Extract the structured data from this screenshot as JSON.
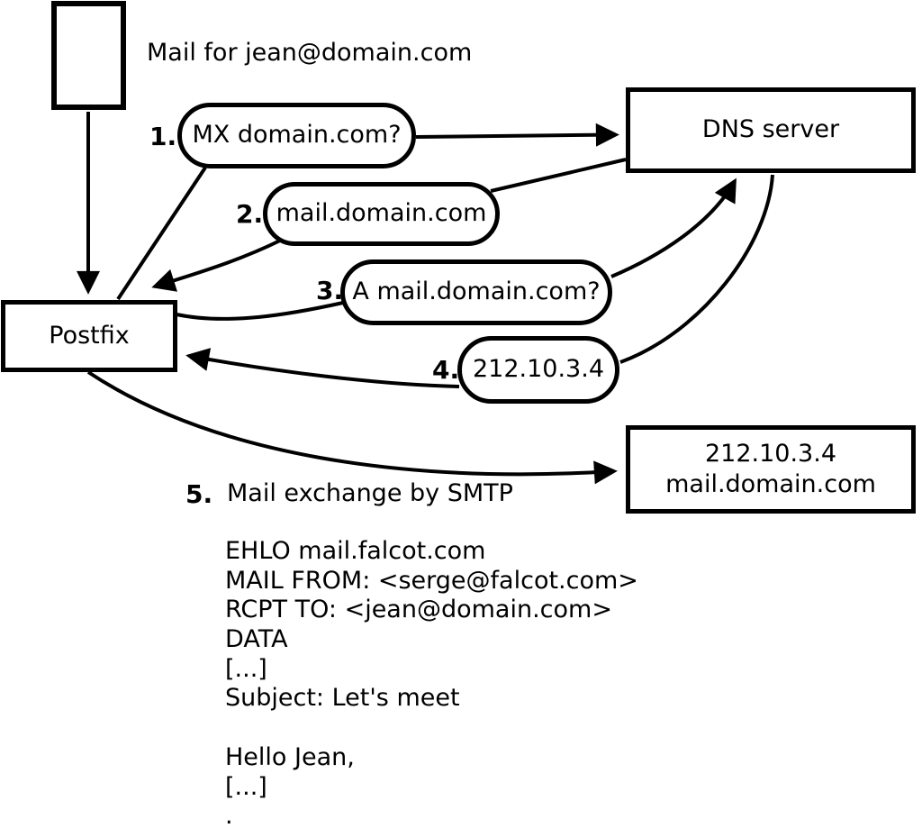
{
  "diagram": {
    "caption": "Mail for jean@domain.com",
    "nodes": {
      "postfix": {
        "label": "Postfix"
      },
      "dns": {
        "label": "DNS server"
      },
      "destination": {
        "line1": "212.10.3.4",
        "line2": "mail.domain.com"
      }
    },
    "steps": [
      {
        "num": "1.",
        "label": "MX domain.com?"
      },
      {
        "num": "2.",
        "label": "mail.domain.com"
      },
      {
        "num": "3.",
        "label": "A mail.domain.com?"
      },
      {
        "num": "4.",
        "label": "212.10.3.4"
      },
      {
        "num": "5.",
        "label": "Mail exchange by SMTP"
      }
    ],
    "smtp_session": [
      "EHLO mail.falcot.com",
      "MAIL FROM: <serge@falcot.com>",
      "RCPT TO: <jean@domain.com>",
      "DATA",
      "[...]",
      "Subject: Let's meet",
      "",
      "Hello Jean,",
      "[...]",
      "."
    ],
    "colors": {
      "stroke": "#000000",
      "background": "#ffffff"
    }
  }
}
